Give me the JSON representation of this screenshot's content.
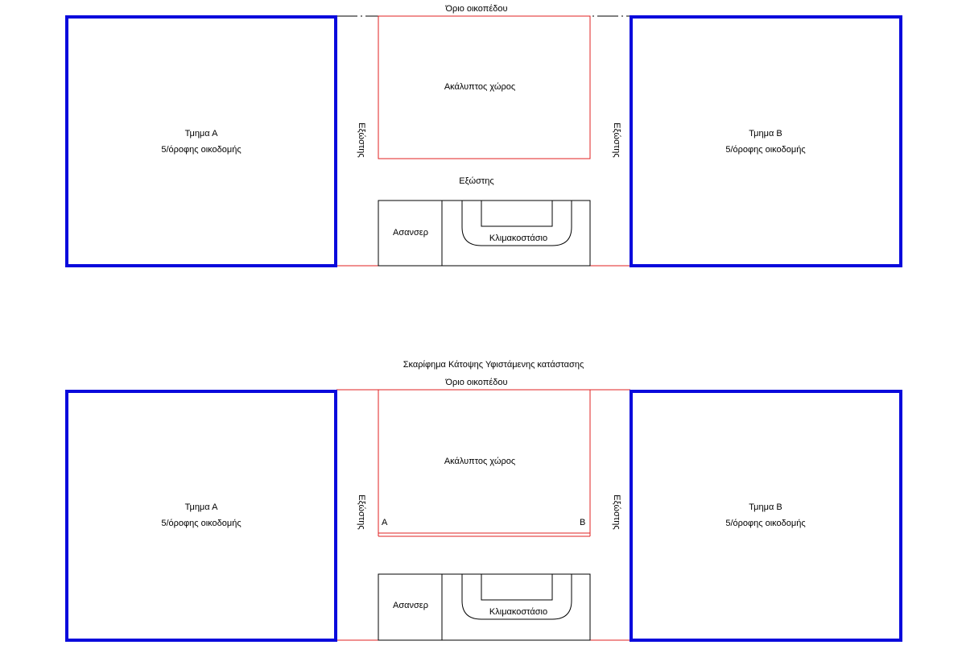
{
  "colors": {
    "building_outline": "#0a0adc",
    "plot_line": "#e02020",
    "line": "#000000",
    "background": "#ffffff"
  },
  "caption": "Σκαρίφημα Κάτοψης Υφιστάμενης κατάστασης",
  "plans": [
    {
      "plot_boundary": "Όριο οικοπέδου",
      "block_a": {
        "title": "Τμημα Α",
        "subtitle": "5/όροφης οικοδομής"
      },
      "block_b": {
        "title": "Τμημα Β",
        "subtitle": "5/όροφης οικοδομής"
      },
      "open_space": "Ακάλυπτος χώρος",
      "balcony_left": "Εξώστης",
      "balcony_right": "Εξώστης",
      "balcony_middle": "Εξώστης",
      "elevator": "Ασανσερ",
      "staircase": "Κλιμακοστάσιο"
    },
    {
      "plot_boundary": "Όριο οικοπέδου",
      "block_a": {
        "title": "Τμημα Α",
        "subtitle": "5/όροφης οικοδομής"
      },
      "block_b": {
        "title": "Τμημα Β",
        "subtitle": "5/όροφης οικοδομής"
      },
      "open_space": "Ακάλυπτος χώρος",
      "balcony_left": "Εξώστης",
      "balcony_right": "Εξώστης",
      "point_a": "A",
      "point_b": "B",
      "elevator": "Ασανσερ",
      "staircase": "Κλιμακοστάσιο"
    }
  ]
}
